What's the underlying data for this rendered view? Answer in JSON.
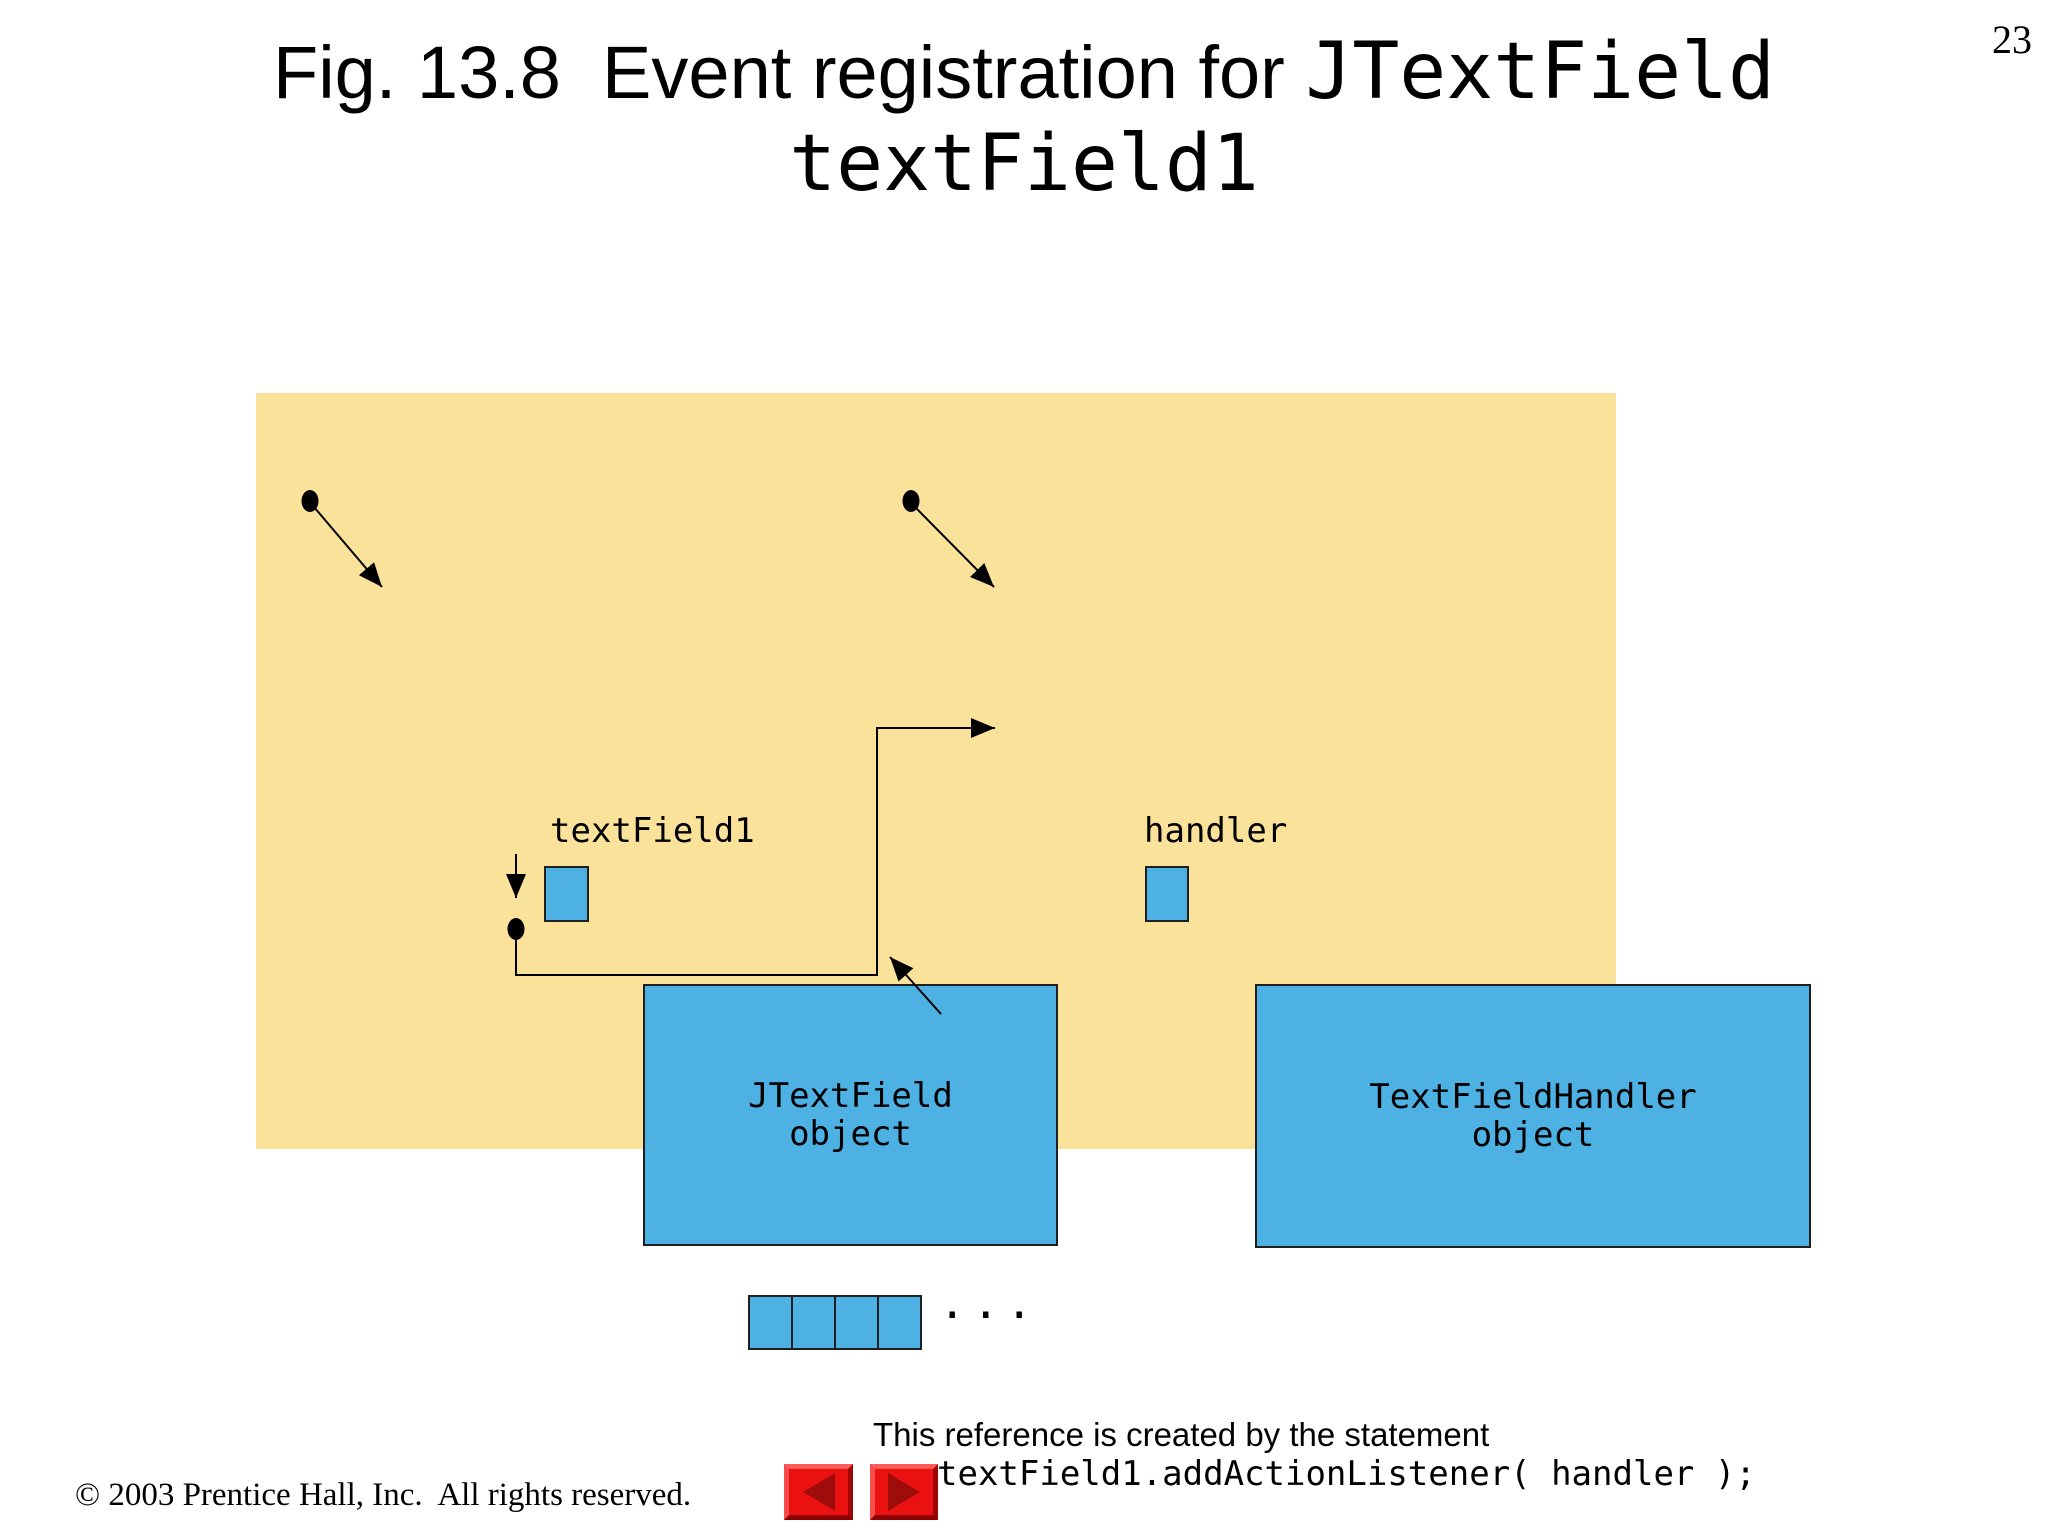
{
  "page_number": "23",
  "title": {
    "line1_text": "Fig. 13.8  Event registration for ",
    "line1_code": "JTextField",
    "line2": "textField1"
  },
  "diagram": {
    "ref_left_label": "textField1",
    "ref_right_label": "handler",
    "left_box": {
      "line1": "JTextField",
      "line2": "object"
    },
    "right_box": {
      "line1": "TextFieldHandler",
      "line2": "object"
    },
    "ellipsis": "...",
    "note_line1": "This reference is created by the statement",
    "note_line2": "textField1.addActionListener( handler );"
  },
  "footer": {
    "copyright": "© 2003 Prentice Hall, Inc.  All rights reserved."
  },
  "colors": {
    "panel_tan": "#FBE29B",
    "box_blue": "#4EB1E4",
    "button_red": "#EC1111",
    "triangle_dark_red": "#9E0C0C",
    "line_black": "#000000"
  }
}
